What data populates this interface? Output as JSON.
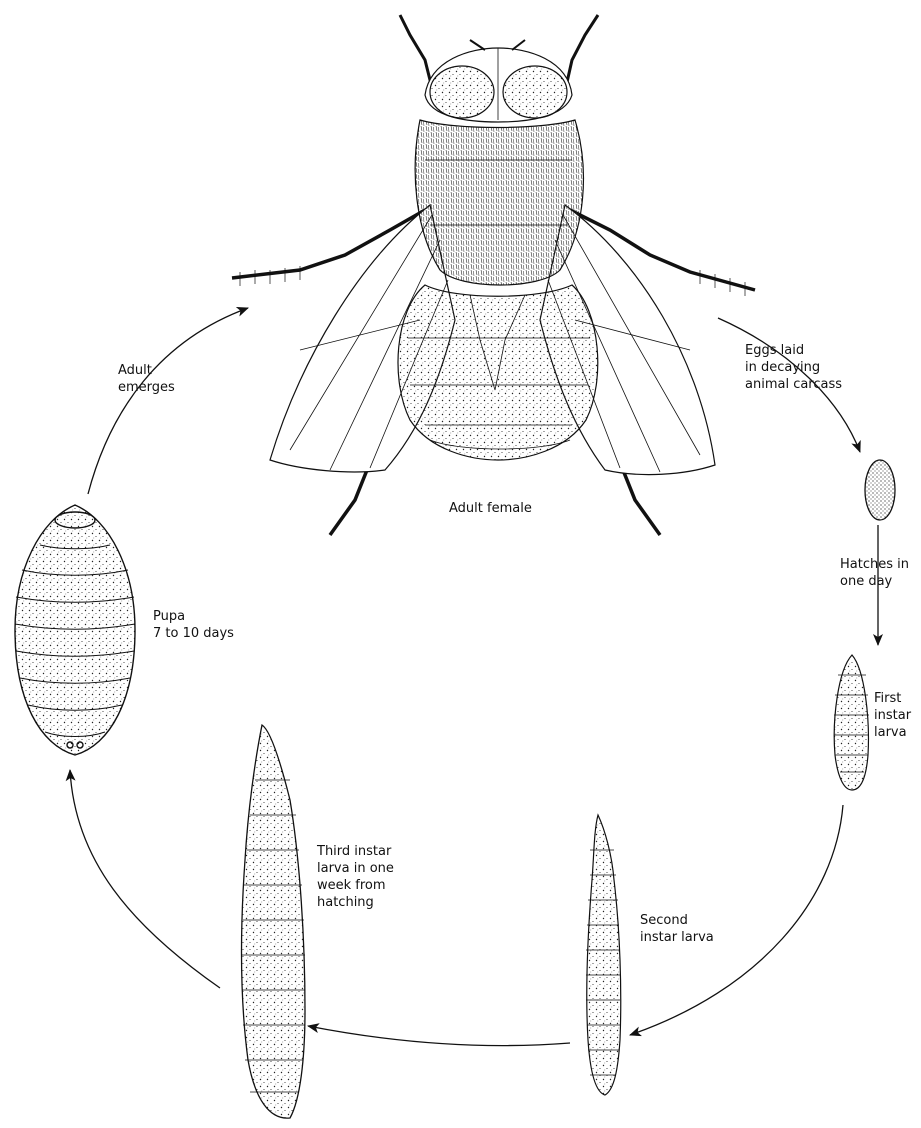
{
  "diagram": {
    "stages": {
      "adult": {
        "caption": "Adult female"
      },
      "eggs_laid": {
        "lines": [
          "Eggs laid",
          "in decaying",
          "animal carcass"
        ]
      },
      "hatches": {
        "lines": [
          "Hatches in",
          "one day"
        ]
      },
      "first_instar": {
        "lines": [
          "First",
          "instar",
          "larva"
        ]
      },
      "second_instar": {
        "lines": [
          "Second",
          "instar larva"
        ]
      },
      "third_instar": {
        "lines": [
          "Third instar",
          "larva in one",
          "week from",
          "hatching"
        ]
      },
      "pupa": {
        "lines": [
          "Pupa",
          "7 to 10 days"
        ]
      },
      "adult_emerges": {
        "lines": [
          "Adult",
          "emerges"
        ]
      }
    },
    "colors": {
      "ink": "#111111",
      "paper": "#ffffff"
    }
  }
}
